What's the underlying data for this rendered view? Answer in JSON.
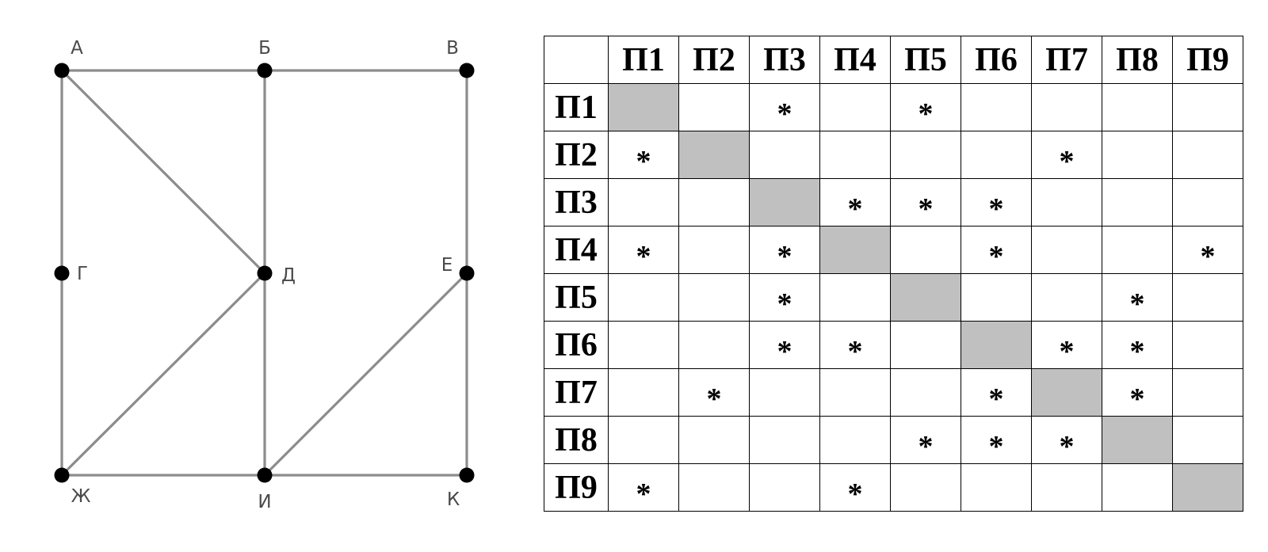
{
  "graph": {
    "vertices": [
      {
        "id": "A",
        "label": "А"
      },
      {
        "id": "B",
        "label": "Б"
      },
      {
        "id": "V",
        "label": "В"
      },
      {
        "id": "G",
        "label": "Г"
      },
      {
        "id": "D",
        "label": "Д"
      },
      {
        "id": "E",
        "label": "Е"
      },
      {
        "id": "Zh",
        "label": "Ж"
      },
      {
        "id": "I",
        "label": "И"
      },
      {
        "id": "K",
        "label": "К"
      }
    ],
    "edges": [
      [
        "A",
        "B"
      ],
      [
        "B",
        "V"
      ],
      [
        "A",
        "G"
      ],
      [
        "G",
        "Zh"
      ],
      [
        "A",
        "D"
      ],
      [
        "B",
        "D"
      ],
      [
        "D",
        "I"
      ],
      [
        "D",
        "Zh"
      ],
      [
        "V",
        "E"
      ],
      [
        "E",
        "K"
      ],
      [
        "E",
        "I"
      ],
      [
        "Zh",
        "I"
      ],
      [
        "I",
        "K"
      ]
    ]
  },
  "table": {
    "headers": [
      "П1",
      "П2",
      "П3",
      "П4",
      "П5",
      "П6",
      "П7",
      "П8",
      "П9"
    ],
    "mark_symbol": "*",
    "rows": [
      {
        "label": "П1",
        "cells": [
          "diag",
          "",
          "*",
          "",
          "*",
          "",
          "",
          "",
          "",
          "*"
        ]
      },
      {
        "label": "П2",
        "cells": [
          "*",
          "diag",
          "",
          "",
          "",
          "",
          "*",
          "",
          ""
        ]
      },
      {
        "label": "П3",
        "cells": [
          "",
          "",
          "diag",
          "*",
          "*",
          "*",
          "",
          "",
          ""
        ]
      },
      {
        "label": "П4",
        "cells": [
          "*",
          "",
          "*",
          "diag",
          "",
          "*",
          "",
          "",
          "*"
        ]
      },
      {
        "label": "П5",
        "cells": [
          "",
          "",
          "*",
          "",
          "diag",
          "",
          "",
          "*",
          ""
        ]
      },
      {
        "label": "П6",
        "cells": [
          "",
          "",
          "*",
          "*",
          "",
          "diag",
          "*",
          "*",
          ""
        ]
      },
      {
        "label": "П7",
        "cells": [
          "",
          "*",
          "",
          "",
          "",
          "*",
          "diag",
          "*",
          ""
        ]
      },
      {
        "label": "П8",
        "cells": [
          "",
          "",
          "",
          "",
          "*",
          "*",
          "*",
          "diag",
          ""
        ]
      },
      {
        "label": "П9",
        "cells": [
          "*",
          "",
          "",
          "*",
          "",
          "",
          "",
          "",
          "diag"
        ]
      }
    ]
  }
}
